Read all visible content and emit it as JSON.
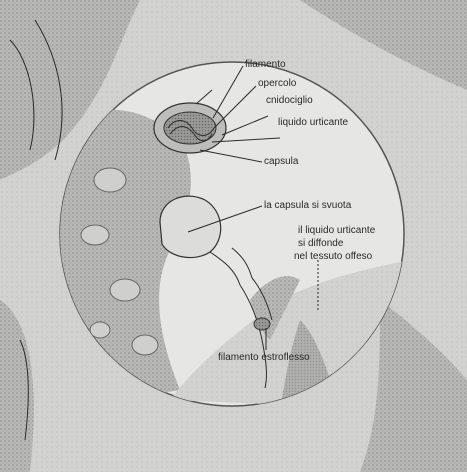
{
  "labels": {
    "filamento": "filamento",
    "opercolo": "opercolo",
    "cnidociglio": "cnidociglio",
    "liquido_urticante": "liquido urticante",
    "capsula": "capsula",
    "capsula_svuota": "la capsula si svuota",
    "liquido_diffonde_1": "il liquido urticante",
    "liquido_diffonde_2": "si diffonde",
    "liquido_diffonde_3": "nel tessuto offeso",
    "filamento_estroflesso": "filamento estroflesso"
  },
  "colors": {
    "paper": "#f3f3f1",
    "shading_dark": "#8a8a88",
    "shading_mid": "#b4b4b2",
    "shading_light": "#d6d6d4",
    "ink": "#2a2a2a",
    "lens_fill": "#e9e9e7"
  },
  "icons": [
    "nematocyst-magnified-lens"
  ]
}
